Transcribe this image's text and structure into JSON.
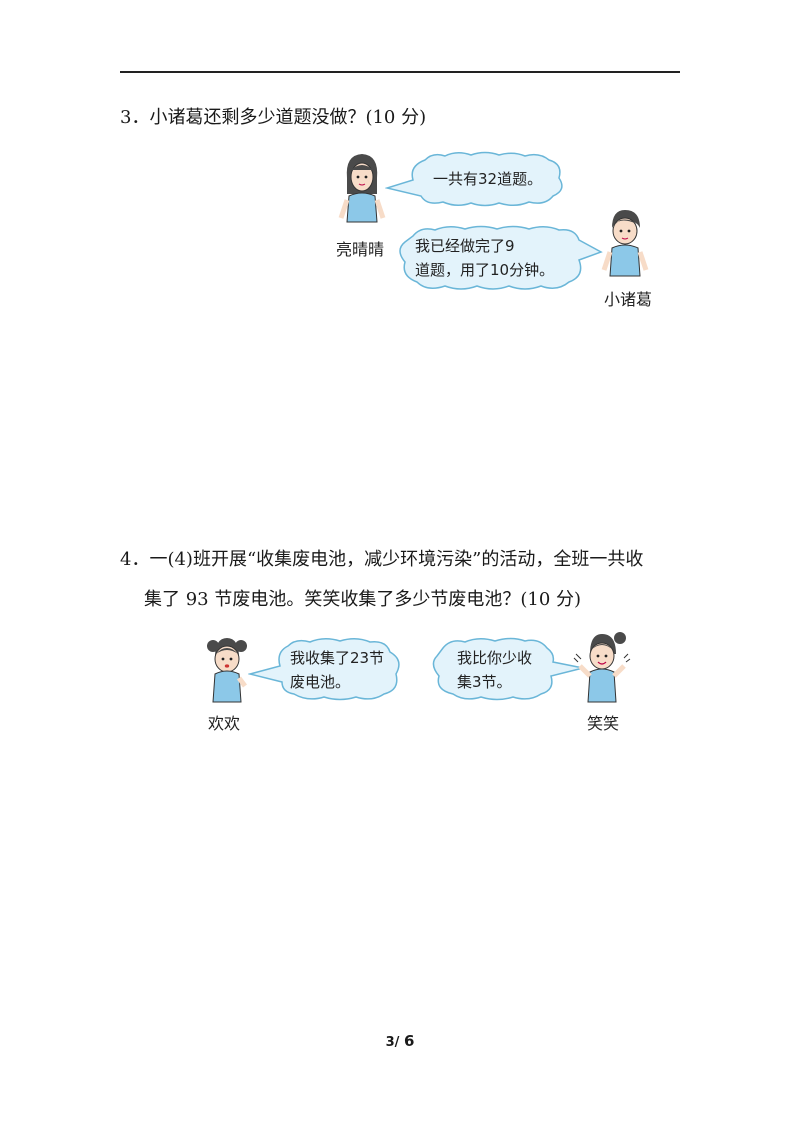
{
  "questions": [
    {
      "label": "3．小诸葛还剩多少道题没做？(10 分)",
      "bubbles": [
        {
          "speaker": "亮晴晴",
          "text": "一共有32道题。"
        },
        {
          "speaker": "小诸葛",
          "text": "我已经做完了9\n道题，用了10分钟。"
        }
      ]
    },
    {
      "label_line1": "4．一(4)班开展“收集废电池，减少环境污染”的活动，全班一共收",
      "label_line2": "集了 93 节废电池。笑笑收集了多少节废电池？(10 分)",
      "bubbles": [
        {
          "speaker": "欢欢",
          "text": "我收集了23节\n废电池。"
        },
        {
          "speaker": "笑笑",
          "text": "我比你少收\n集3节。"
        }
      ]
    }
  ],
  "colors": {
    "bubble_fill": "#e3f3fb",
    "bubble_stroke": "#6ab6d8",
    "shirt": "#8cc8e8",
    "hair": "#4a4a4a"
  },
  "footer": {
    "page": "3/",
    "total": "6"
  }
}
